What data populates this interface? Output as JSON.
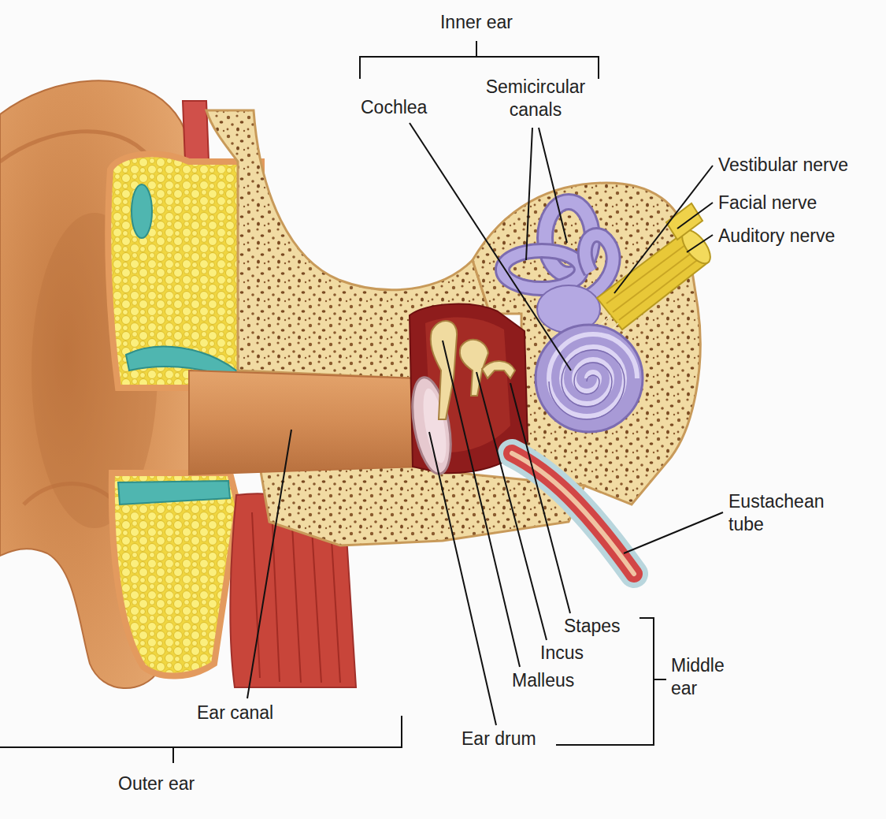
{
  "diagram": {
    "labels": [
      "Inner ear",
      "Cochlea",
      "Semicircular canals",
      "Vestibular nerve",
      "Facial nerve",
      "Auditory nerve",
      "Eustachean tube",
      "Stapes",
      "Incus",
      "Malleus",
      "Middle ear",
      "Ear canal",
      "Ear drum",
      "Outer ear"
    ]
  }
}
